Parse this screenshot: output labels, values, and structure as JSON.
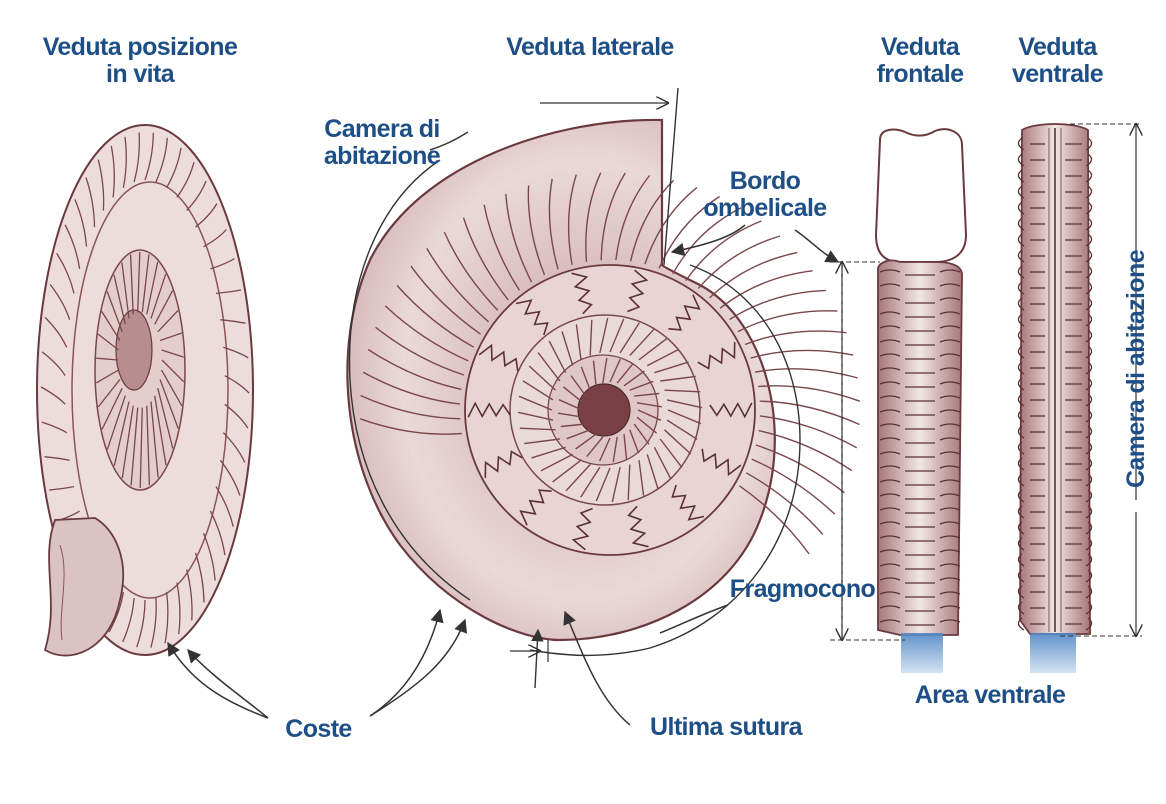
{
  "labels": {
    "life_position_view": [
      "Veduta posizione",
      "in vita"
    ],
    "lateral_view": "Veduta laterale",
    "frontal_view": [
      "Veduta",
      "frontale"
    ],
    "ventral_view": [
      "Veduta",
      "ventrale"
    ],
    "living_chamber": [
      "Camera di",
      "abitazione"
    ],
    "umbilical_edge": [
      "Bordo",
      "ombelicale"
    ],
    "living_chamber_vertical": "Camera di abitazione",
    "phragmocone": "Fragmocono",
    "ventral_area": "Area ventrale",
    "ribs": "Coste",
    "last_suture": "Ultima sutura"
  },
  "colors": {
    "label_text": "#1d4f86",
    "shell_fill": "#e9d6d6",
    "shell_line": "#6a3a3e",
    "shell_shadow": "#9b6166",
    "ventral_blue": "#6f9fd0"
  },
  "icons": {
    "arrow": "line-arrowhead"
  }
}
